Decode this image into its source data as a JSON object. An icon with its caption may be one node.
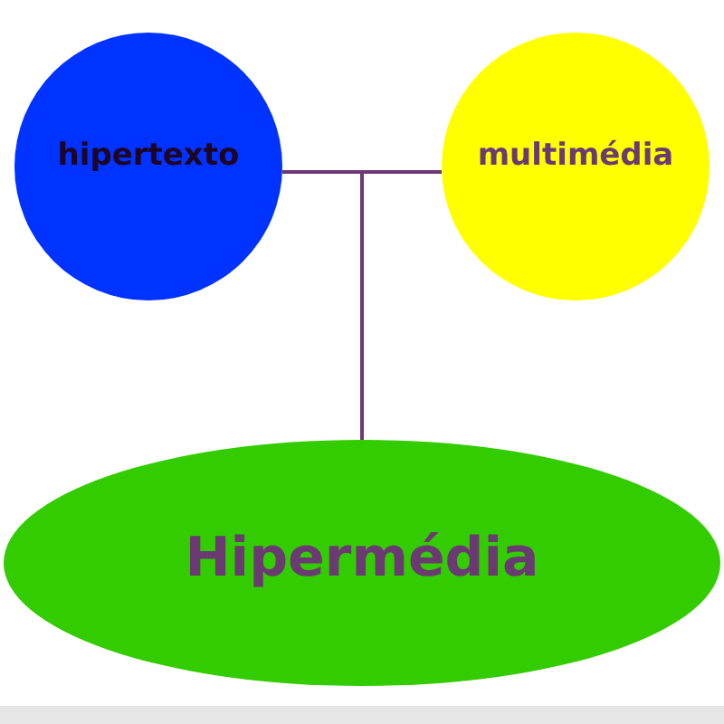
{
  "diagram": {
    "nodes": [
      {
        "text": [
          "hipertexto"
        ]
      },
      {
        "text": [
          "multimédia"
        ]
      },
      {
        "text": [
          "Hipermédia"
        ]
      }
    ],
    "edges": [
      {
        "from": 0,
        "to": 2,
        "arrow": "none"
      },
      {
        "from": 1,
        "to": 2,
        "arrow": "none"
      }
    ]
  }
}
